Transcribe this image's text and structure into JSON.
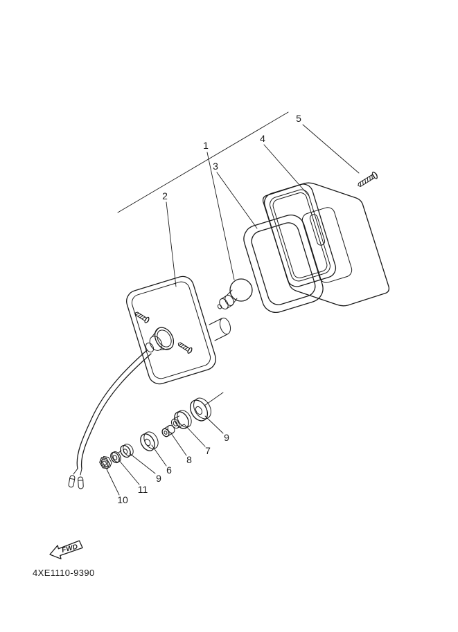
{
  "figure": {
    "part_code": "4XE1110-9390",
    "fwd_label": "FWD"
  },
  "colors": {
    "background": "#ffffff",
    "line": "#1a1a1a"
  },
  "callouts": [
    {
      "label": "1"
    },
    {
      "label": "2"
    },
    {
      "label": "3"
    },
    {
      "label": "4"
    },
    {
      "label": "5"
    },
    {
      "label": "6"
    },
    {
      "label": "7"
    },
    {
      "label": "8"
    },
    {
      "label": "9"
    },
    {
      "label": "9"
    },
    {
      "label": "10"
    },
    {
      "label": "11"
    }
  ]
}
